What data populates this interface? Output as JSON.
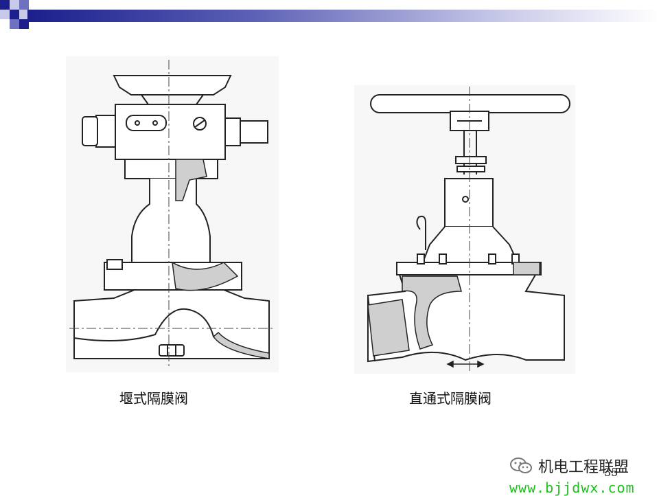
{
  "captions": {
    "left": "堰式隔膜阀",
    "right": "直通式隔膜阀"
  },
  "page_number": "35",
  "watermark": {
    "name": "机电工程联盟",
    "url": "www.bjjdwx.com",
    "icon": "wechat-icon"
  },
  "colors": {
    "header_dark": "#1a1f8c",
    "header_mid": "#6d71c0",
    "header_light": "#c8c9e8",
    "url_green": "#1fbf1f"
  }
}
